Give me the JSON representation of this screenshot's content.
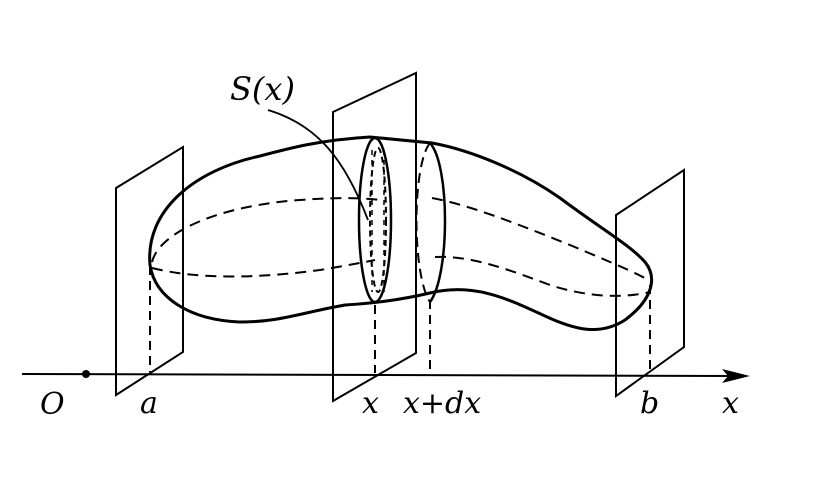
{
  "labels": {
    "section": "S(x)",
    "origin": "O",
    "a": "a",
    "x": "x",
    "x_plus_dx": "x+dx",
    "b": "b",
    "axis": "x"
  }
}
